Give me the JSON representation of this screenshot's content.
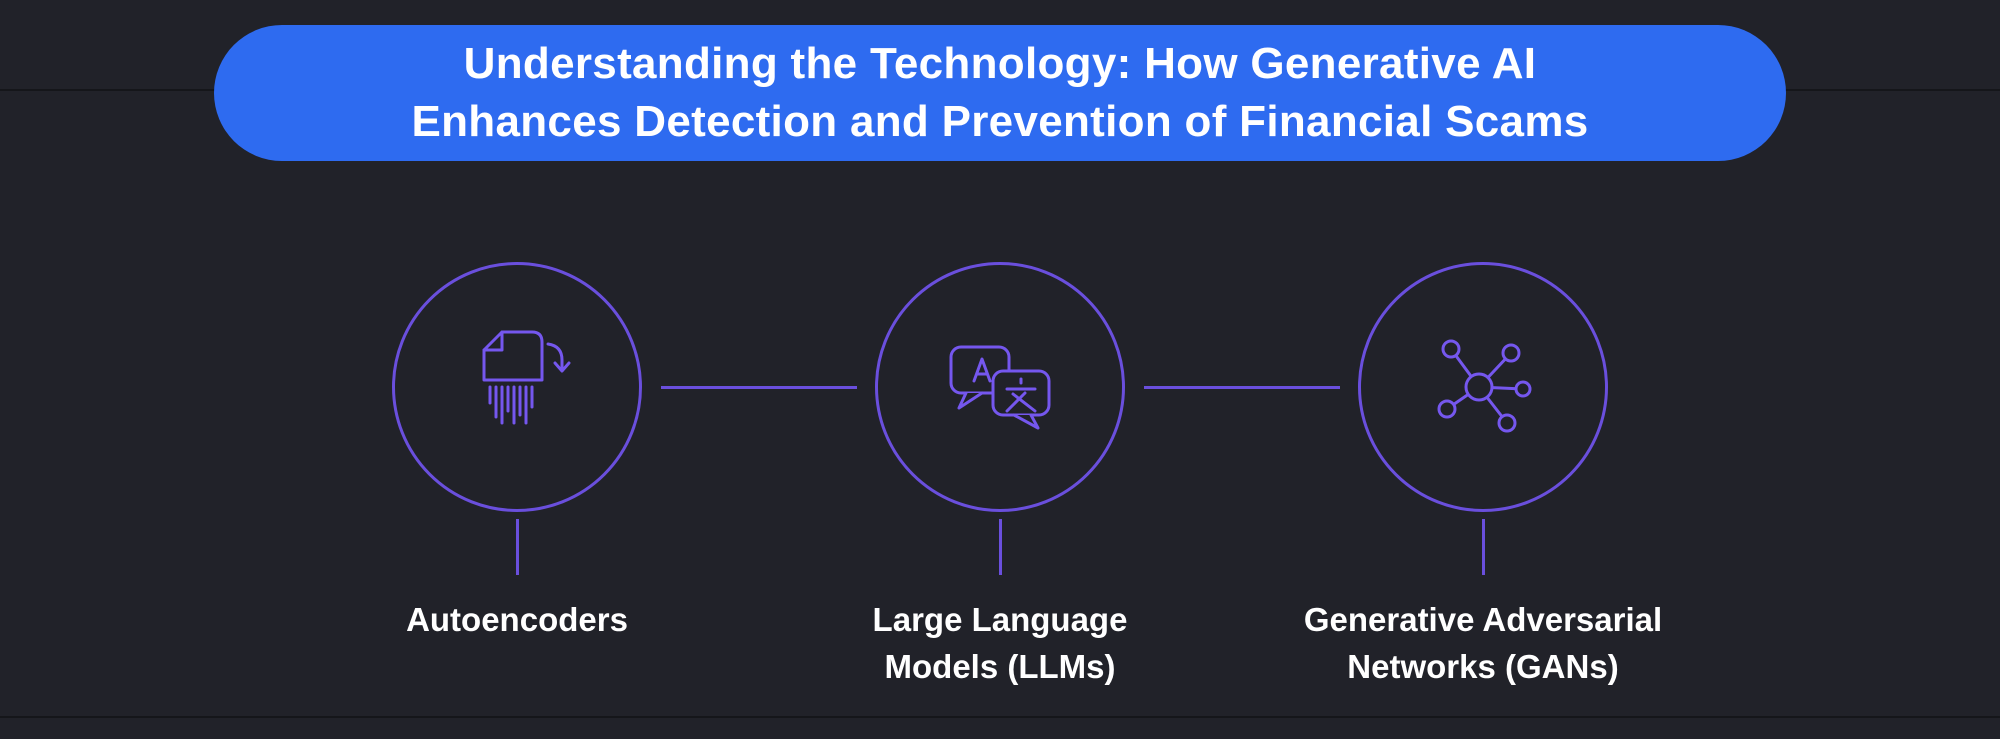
{
  "banner": {
    "title": "Understanding the Technology: How Generative AI\nEnhances Detection and Prevention of Financial Scams"
  },
  "colors": {
    "background": "#212229",
    "banner_blue": "#2e6bf0",
    "accent_purple": "#6a4fdd",
    "icon_purple": "#7557ee",
    "text_white": "#ffffff"
  },
  "nodes": [
    {
      "label": "Autoencoders",
      "icon": "document-shredder-icon"
    },
    {
      "label": "Large Language\nModels (LLMs)",
      "icon": "translation-chat-icon"
    },
    {
      "label": "Generative Adversarial\nNetworks (GANs)",
      "icon": "network-nodes-icon"
    }
  ]
}
